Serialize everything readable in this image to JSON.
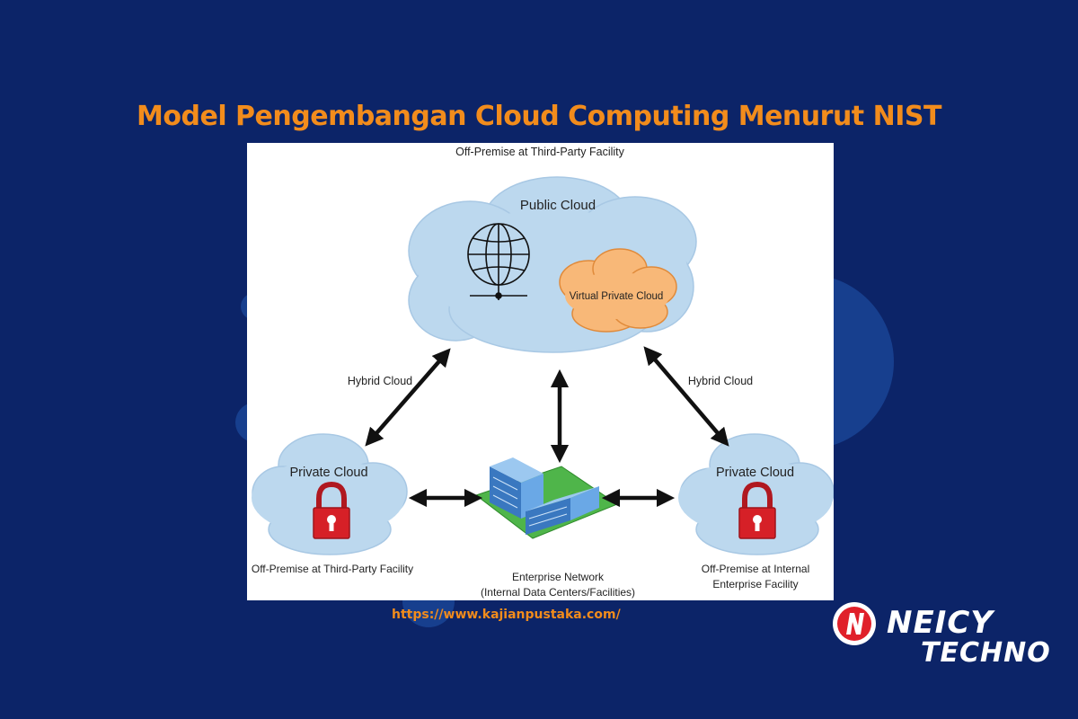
{
  "page": {
    "title": "Model Pengembangan Cloud Computing Menurut NIST",
    "source_url": "https://www.kajianpustaka.com/",
    "brand_logo_text": [
      "NEICY",
      "TECHNO"
    ]
  },
  "colors": {
    "background": "#0c2468",
    "background_circle": "#1a4a9c",
    "title": "#f28c1c",
    "cloud_blue": "#bcd8ee",
    "cloud_orange": "#f8b878",
    "lock_red": "#d62027",
    "building_blue": "#4a8fd6",
    "ground_green": "#4fb54a"
  },
  "diagram": {
    "top_location": "Off-Premise at Third-Party Facility",
    "public_cloud": {
      "label": "Public Cloud",
      "icon": "globe-icon",
      "virtual_private_cloud": "Virtual Private Cloud"
    },
    "hybrid_left": "Hybrid Cloud",
    "hybrid_right": "Hybrid Cloud",
    "private_cloud_left": {
      "label": "Private Cloud",
      "icon": "padlock-icon",
      "location": "Off-Premise at Third-Party Facility"
    },
    "private_cloud_right": {
      "label": "Private Cloud",
      "icon": "padlock-icon",
      "location_line1": "Off-Premise at Internal",
      "location_line2": "Enterprise Facility"
    },
    "enterprise": {
      "icon": "building-icon",
      "line1": "Enterprise Network",
      "line2": "(Internal Data Centers/Facilities)"
    }
  }
}
